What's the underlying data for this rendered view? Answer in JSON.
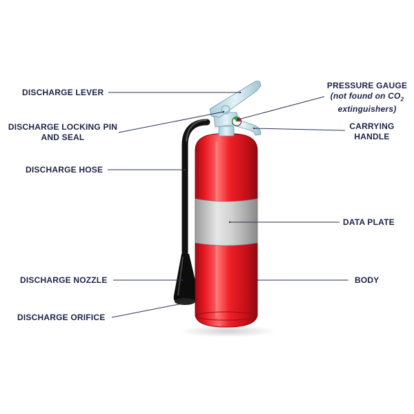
{
  "labels": {
    "discharge_lever": "DISCHARGE LEVER",
    "locking_pin_line1": "DISCHARGE LOCKING PIN",
    "locking_pin_line2": "AND SEAL",
    "discharge_hose": "DISCHARGE HOSE",
    "discharge_nozzle": "DISCHARGE NOZZLE",
    "discharge_orifice": "DISCHARGE ORIFICE",
    "pressure_gauge": "PRESSURE GAUGE",
    "pressure_gauge_note_prefix": "(not found on CO",
    "pressure_gauge_note_sub": "2",
    "pressure_gauge_note_line2": "extinguishers)",
    "carrying_line1": "CARRYING",
    "carrying_line2": "HANDLE",
    "data_plate": "DATA PLATE",
    "body": "BODY"
  },
  "colors": {
    "label_text": "#1c2346",
    "leader_line": "#2a3050",
    "body_red": "#e3121b",
    "body_dark": "#9a0a10",
    "valve_light_blue": "#cfe6ee",
    "hose_black": "#111111",
    "data_plate_gray": "#c7c7c7"
  }
}
